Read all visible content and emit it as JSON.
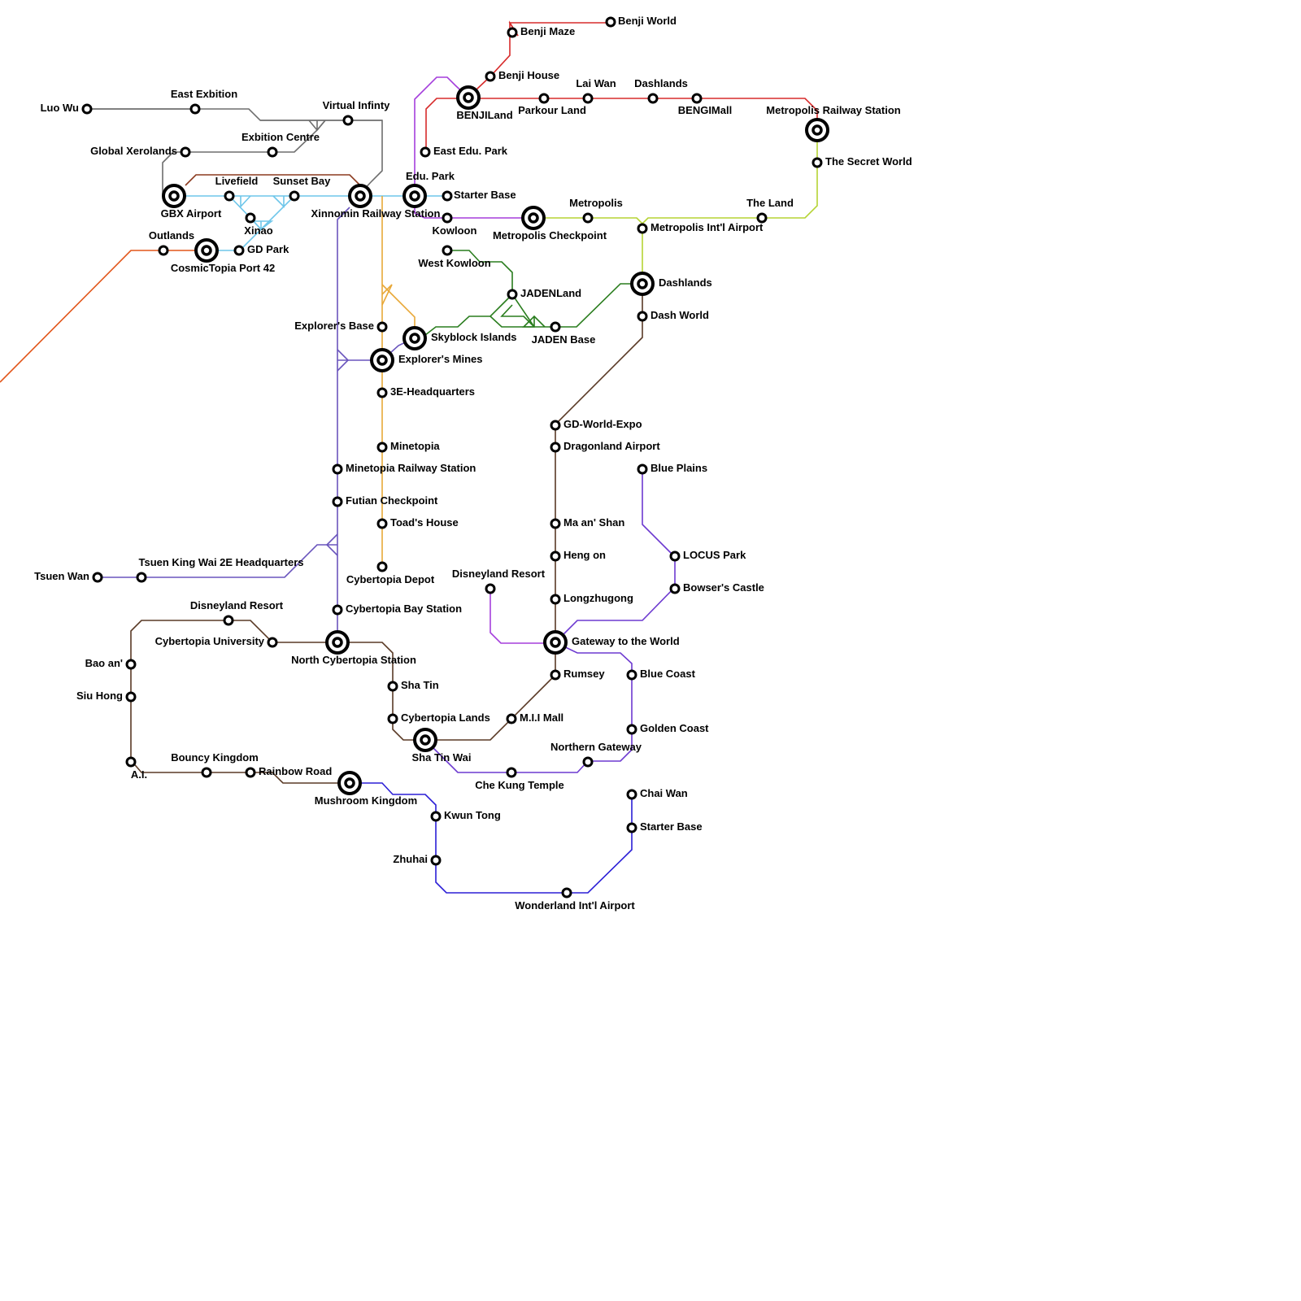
{
  "map_title": "Fictional Metro Network Map",
  "lines": [
    {
      "id": "grey-line",
      "color": "#6e6e6e"
    },
    {
      "id": "red-line",
      "color": "#d72b2b"
    },
    {
      "id": "purple-line",
      "color": "#a53fdc"
    },
    {
      "id": "skyblue-line",
      "color": "#6ec6ea"
    },
    {
      "id": "maroon-line",
      "color": "#8b3a1f"
    },
    {
      "id": "orange-line",
      "color": "#e2561a"
    },
    {
      "id": "lime-line",
      "color": "#b5d334"
    },
    {
      "id": "green-line",
      "color": "#2a7d1e"
    },
    {
      "id": "gold-line",
      "color": "#e8a838"
    },
    {
      "id": "indigo-line",
      "color": "#6a55bd"
    },
    {
      "id": "brown-line",
      "color": "#5a3a26"
    },
    {
      "id": "violet-line",
      "color": "#6d3ad0"
    },
    {
      "id": "blue-line",
      "color": "#2b1fd6"
    }
  ],
  "stations": [
    {
      "name": "Luo Wu",
      "type": "stop"
    },
    {
      "name": "East Exbition",
      "type": "stop"
    },
    {
      "name": "Virtual Infinty",
      "type": "stop"
    },
    {
      "name": "Exbition Centre",
      "type": "stop"
    },
    {
      "name": "Global Xerolands",
      "type": "stop"
    },
    {
      "name": "GBX Airport",
      "type": "interchange"
    },
    {
      "name": "Livefield",
      "type": "stop"
    },
    {
      "name": "Sunset Bay",
      "type": "stop"
    },
    {
      "name": "Xinao",
      "type": "stop"
    },
    {
      "name": "Xinnomin Railway Station",
      "type": "interchange"
    },
    {
      "name": "Edu. Park",
      "type": "interchange"
    },
    {
      "name": "Starter Base",
      "type": "stop"
    },
    {
      "name": "Kowloon",
      "type": "stop"
    },
    {
      "name": "Outlands",
      "type": "stop"
    },
    {
      "name": "CosmicTopia Port 42",
      "type": "interchange"
    },
    {
      "name": "GD Park",
      "type": "stop"
    },
    {
      "name": "Benji World",
      "type": "stop"
    },
    {
      "name": "Benji Maze",
      "type": "stop"
    },
    {
      "name": "Benji House",
      "type": "stop"
    },
    {
      "name": "BENJILand",
      "type": "interchange"
    },
    {
      "name": "Parkour Land",
      "type": "stop"
    },
    {
      "name": "Lai Wan",
      "type": "stop"
    },
    {
      "name": "Dashlands",
      "type": "stop"
    },
    {
      "name": "BENGIMall",
      "type": "stop"
    },
    {
      "name": "Metropolis Railway Station",
      "type": "interchange"
    },
    {
      "name": "The Secret World",
      "type": "stop"
    },
    {
      "name": "East Edu. Park",
      "type": "stop"
    },
    {
      "name": "Metropolis Checkpoint",
      "type": "interchange"
    },
    {
      "name": "Metropolis",
      "type": "stop"
    },
    {
      "name": "Metropolis Int'l Airport",
      "type": "stop"
    },
    {
      "name": "The Land",
      "type": "stop"
    },
    {
      "name": "West Kowloon",
      "type": "stop"
    },
    {
      "name": "JADENLand",
      "type": "stop"
    },
    {
      "name": "JADEN Base",
      "type": "stop"
    },
    {
      "name": "Dashlands",
      "type": "interchange"
    },
    {
      "name": "Dash World",
      "type": "stop"
    },
    {
      "name": "Explorer's Base",
      "type": "stop"
    },
    {
      "name": "Skyblock Islands",
      "type": "interchange"
    },
    {
      "name": "Explorer's Mines",
      "type": "interchange"
    },
    {
      "name": "3E-Headquarters",
      "type": "stop"
    },
    {
      "name": "Minetopia",
      "type": "stop"
    },
    {
      "name": "Minetopia Railway Station",
      "type": "stop"
    },
    {
      "name": "Futian Checkpoint",
      "type": "stop"
    },
    {
      "name": "Toad's House",
      "type": "stop"
    },
    {
      "name": "Cybertopia Depot",
      "type": "stop"
    },
    {
      "name": "Cybertopia Bay Station",
      "type": "stop"
    },
    {
      "name": "GD-World-Expo",
      "type": "stop"
    },
    {
      "name": "Dragonland Airport",
      "type": "stop"
    },
    {
      "name": "Blue Plains",
      "type": "stop"
    },
    {
      "name": "Ma an' Shan",
      "type": "stop"
    },
    {
      "name": "Heng on",
      "type": "stop"
    },
    {
      "name": "LOCUS Park",
      "type": "stop"
    },
    {
      "name": "Bowser's Castle",
      "type": "stop"
    },
    {
      "name": "Longzhugong",
      "type": "stop"
    },
    {
      "name": "Disneyland Resort",
      "type": "stop"
    },
    {
      "name": "Gateway to the World",
      "type": "interchange"
    },
    {
      "name": "Rumsey",
      "type": "stop"
    },
    {
      "name": "Blue Coast",
      "type": "stop"
    },
    {
      "name": "M.I.I Mall",
      "type": "stop"
    },
    {
      "name": "Golden Coast",
      "type": "stop"
    },
    {
      "name": "Northern Gateway",
      "type": "stop"
    },
    {
      "name": "Che Kung Temple",
      "type": "stop"
    },
    {
      "name": "Tsuen Wan",
      "type": "stop"
    },
    {
      "name": "Tsuen King Wai 2E Headquarters",
      "type": "stop"
    },
    {
      "name": "Disneyland Resort",
      "type": "stop"
    },
    {
      "name": "Cybertopia University",
      "type": "stop"
    },
    {
      "name": "North Cybertopia Station",
      "type": "interchange"
    },
    {
      "name": "Bao an'",
      "type": "stop"
    },
    {
      "name": "Siu Hong",
      "type": "stop"
    },
    {
      "name": "Sha Tin",
      "type": "stop"
    },
    {
      "name": "Cybertopia Lands",
      "type": "stop"
    },
    {
      "name": "Sha Tin Wai",
      "type": "interchange"
    },
    {
      "name": "A.I.",
      "type": "stop"
    },
    {
      "name": "Bouncy Kingdom",
      "type": "stop"
    },
    {
      "name": "Rainbow Road",
      "type": "stop"
    },
    {
      "name": "Mushroom Kingdom",
      "type": "interchange"
    },
    {
      "name": "Kwun Tong",
      "type": "stop"
    },
    {
      "name": "Zhuhai",
      "type": "stop"
    },
    {
      "name": "Wonderland Int'l Airport",
      "type": "stop"
    },
    {
      "name": "Chai Wan",
      "type": "stop"
    },
    {
      "name": "Starter Base",
      "type": "stop"
    }
  ]
}
